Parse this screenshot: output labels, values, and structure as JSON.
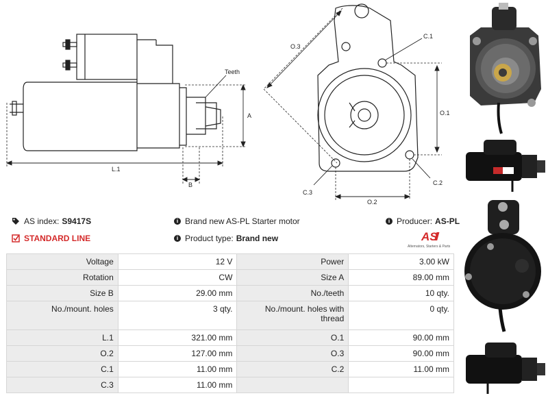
{
  "diagram": {
    "labels": {
      "teeth": "Teeth",
      "a": "A",
      "l1": "L.1",
      "b": "B",
      "o3": "O.3",
      "c1": "C.1",
      "o1": "O.1",
      "c3": "C.3",
      "c2": "C.2",
      "o2": "O.2"
    }
  },
  "info": {
    "as_index_label": "AS index:",
    "as_index_value": "S9417S",
    "standard_line": "STANDARD LINE",
    "brand_text": "Brand new AS-PL Starter motor",
    "product_type_label": "Product type:",
    "product_type_value": "Brand new",
    "producer_label": "Producer:",
    "producer_value": "AS-PL"
  },
  "logo": {
    "mark": "AS",
    "tagline": "Alternators, Starters & Parts",
    "accent": "#d42a2a"
  },
  "specs": {
    "rows": [
      {
        "l1": "Voltage",
        "v1": "12 V",
        "l2": "Power",
        "v2": "3.00 kW"
      },
      {
        "l1": "Rotation",
        "v1": "CW",
        "l2": "Size A",
        "v2": "89.00 mm"
      },
      {
        "l1": "Size B",
        "v1": "29.00 mm",
        "l2": "No./teeth",
        "v2": "10 qty."
      },
      {
        "l1": "No./mount. holes",
        "v1": "3 qty.",
        "l2": "No./mount. holes with thread",
        "v2": "0 qty."
      },
      {
        "l1": "L.1",
        "v1": "321.00 mm",
        "l2": "O.1",
        "v2": "90.00 mm"
      },
      {
        "l1": "O.2",
        "v1": "127.00 mm",
        "l2": "O.3",
        "v2": "90.00 mm"
      },
      {
        "l1": "C.1",
        "v1": "11.00 mm",
        "l2": "C.2",
        "v2": "11.00 mm"
      },
      {
        "l1": "C.3",
        "v1": "11.00 mm",
        "l2": "",
        "v2": ""
      }
    ]
  }
}
